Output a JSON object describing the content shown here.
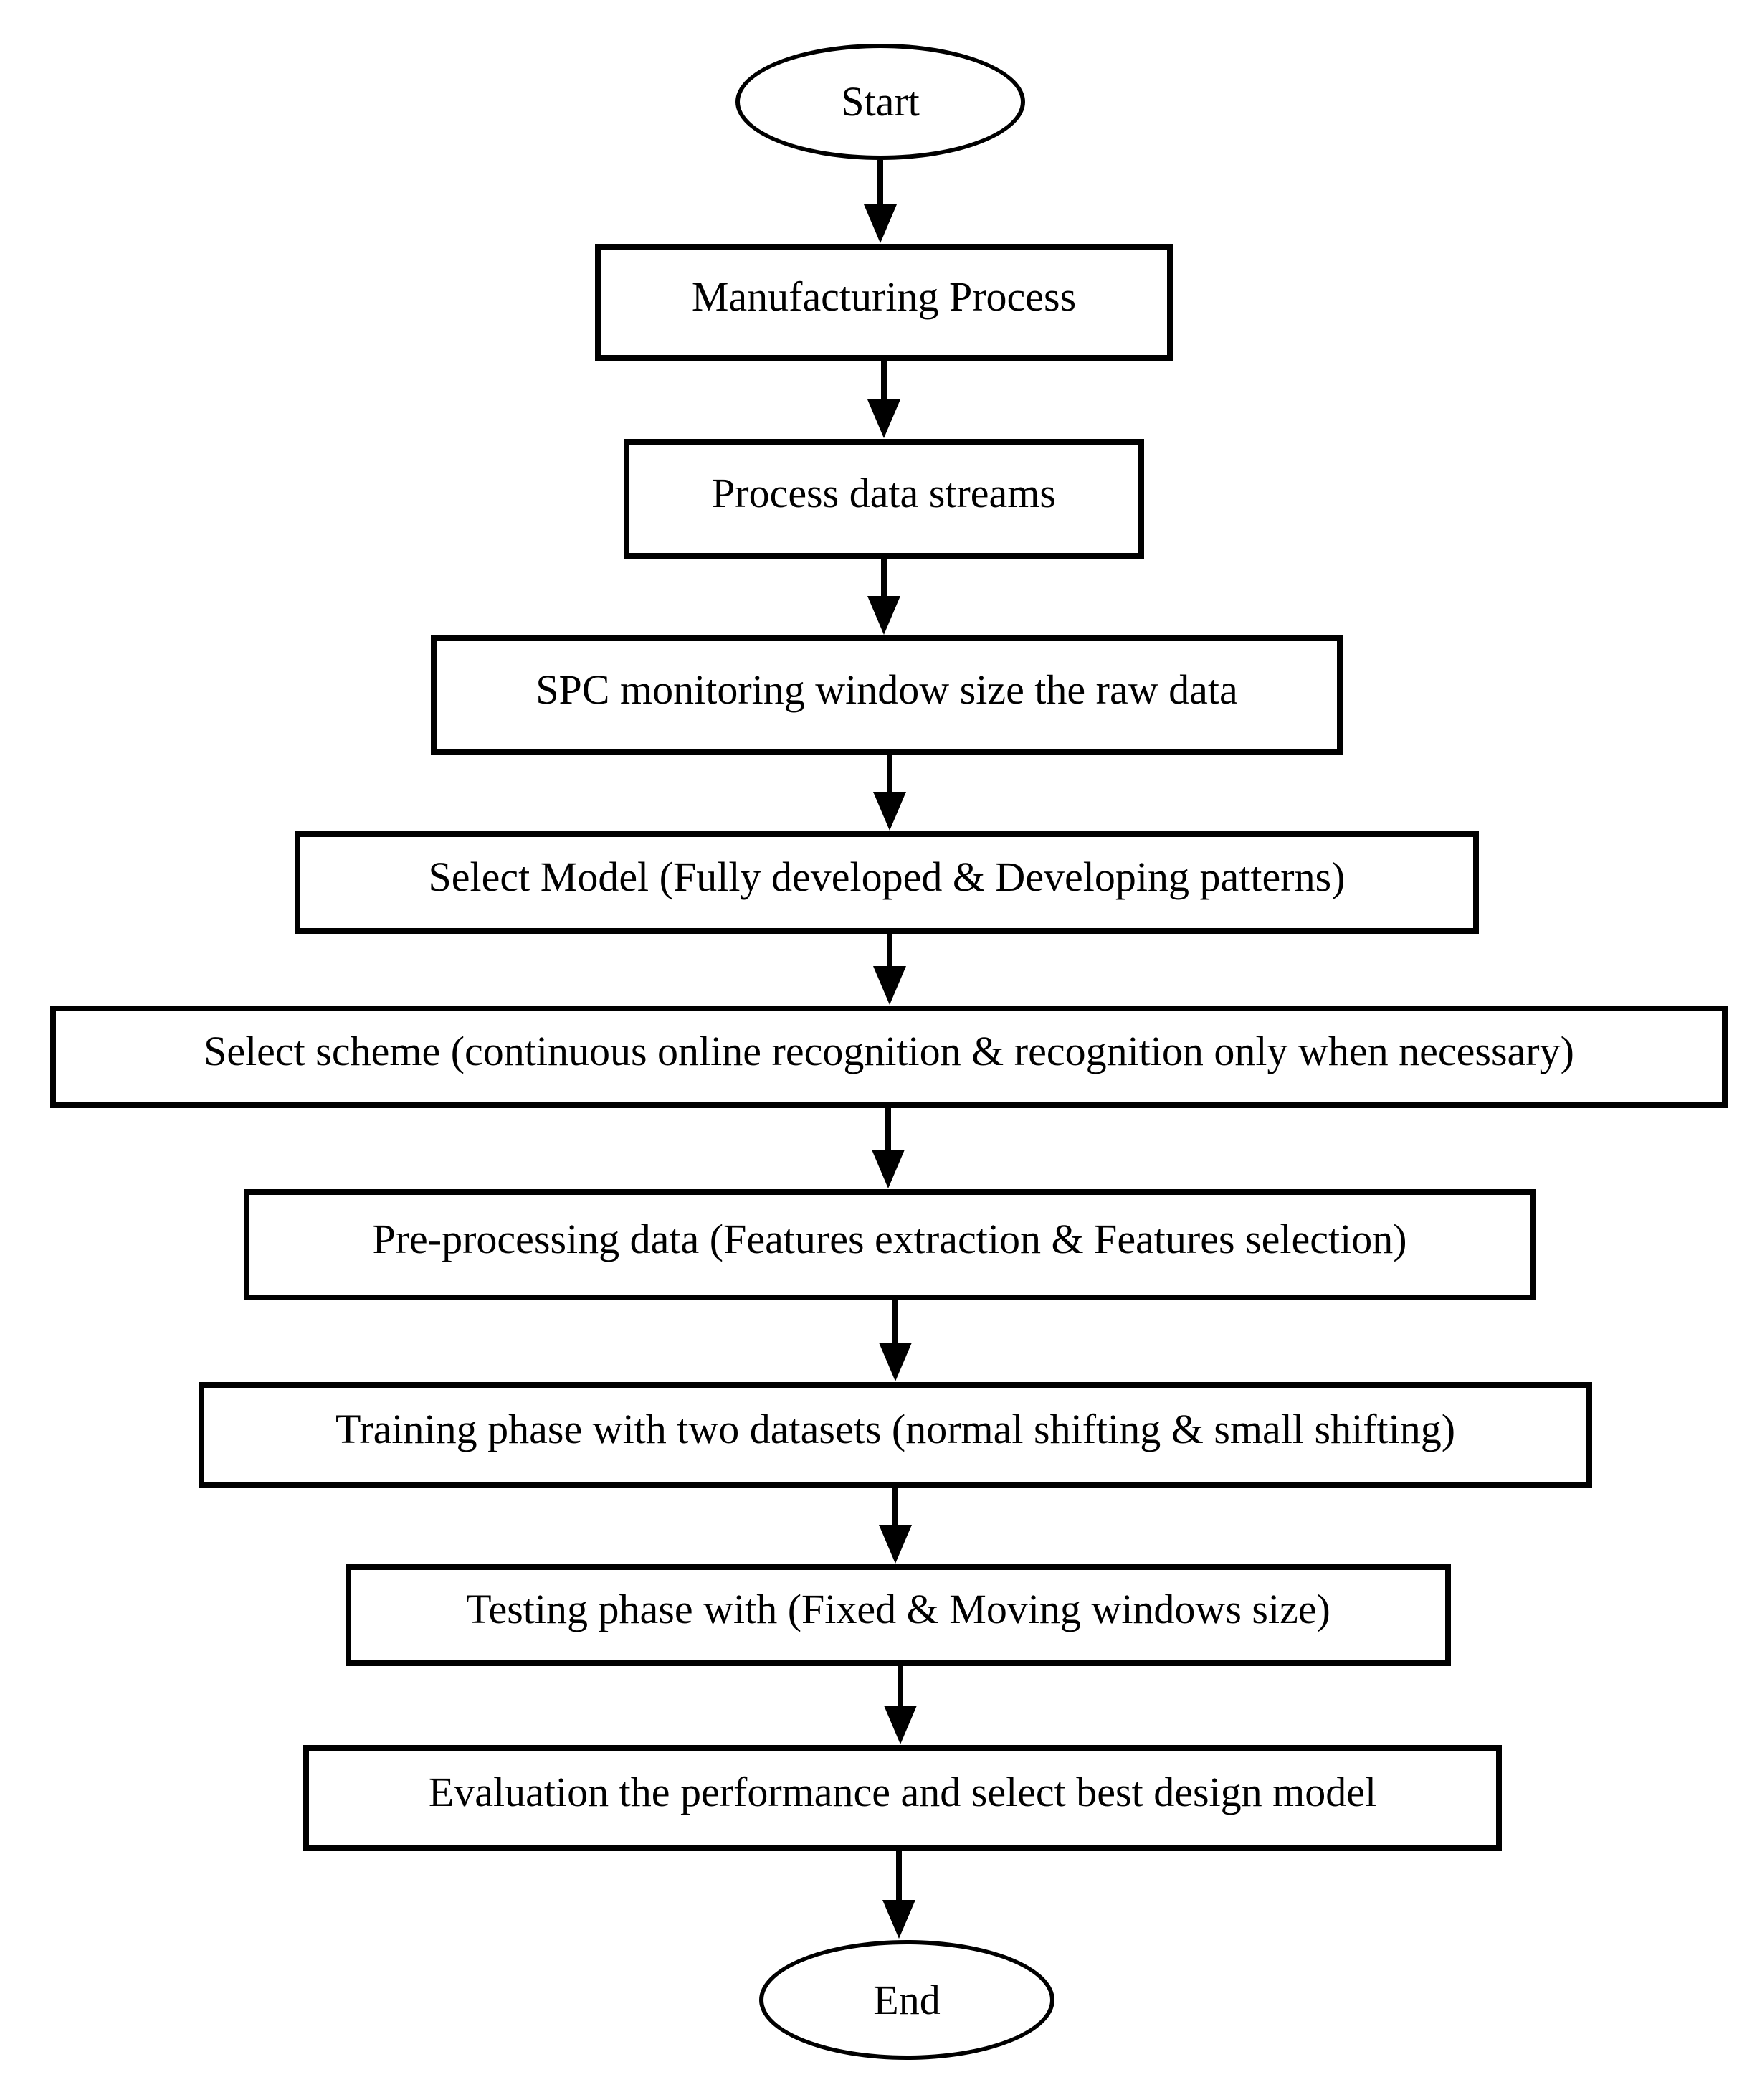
{
  "diagram": {
    "type": "flowchart",
    "colors": {
      "stroke": "#000000",
      "background": "#ffffff",
      "text": "#000000"
    },
    "nodes": [
      {
        "id": "start",
        "shape": "ellipse",
        "label": "Start"
      },
      {
        "id": "manufacturing-process",
        "shape": "rect",
        "label": "Manufacturing Process"
      },
      {
        "id": "process-data-streams",
        "shape": "rect",
        "label": "Process data streams"
      },
      {
        "id": "spc-monitoring",
        "shape": "rect",
        "label": "SPC monitoring window size the raw data"
      },
      {
        "id": "select-model",
        "shape": "rect",
        "label": "Select Model (Fully developed & Developing patterns)"
      },
      {
        "id": "select-scheme",
        "shape": "rect",
        "label": "Select scheme (continuous online recognition & recognition only when necessary)"
      },
      {
        "id": "pre-processing",
        "shape": "rect",
        "label": "Pre-processing data (Features extraction & Features selection)"
      },
      {
        "id": "training-phase",
        "shape": "rect",
        "label": "Training phase with two datasets (normal shifting & small shifting)"
      },
      {
        "id": "testing-phase",
        "shape": "rect",
        "label": "Testing phase with (Fixed & Moving windows size)"
      },
      {
        "id": "evaluation",
        "shape": "rect",
        "label": "Evaluation the performance and select best design model"
      },
      {
        "id": "end",
        "shape": "ellipse",
        "label": "End"
      }
    ],
    "edges": [
      {
        "from": "start",
        "to": "manufacturing-process"
      },
      {
        "from": "manufacturing-process",
        "to": "process-data-streams"
      },
      {
        "from": "process-data-streams",
        "to": "spc-monitoring"
      },
      {
        "from": "spc-monitoring",
        "to": "select-model"
      },
      {
        "from": "select-model",
        "to": "select-scheme"
      },
      {
        "from": "select-scheme",
        "to": "pre-processing"
      },
      {
        "from": "pre-processing",
        "to": "training-phase"
      },
      {
        "from": "training-phase",
        "to": "testing-phase"
      },
      {
        "from": "testing-phase",
        "to": "evaluation"
      },
      {
        "from": "evaluation",
        "to": "end"
      }
    ]
  }
}
